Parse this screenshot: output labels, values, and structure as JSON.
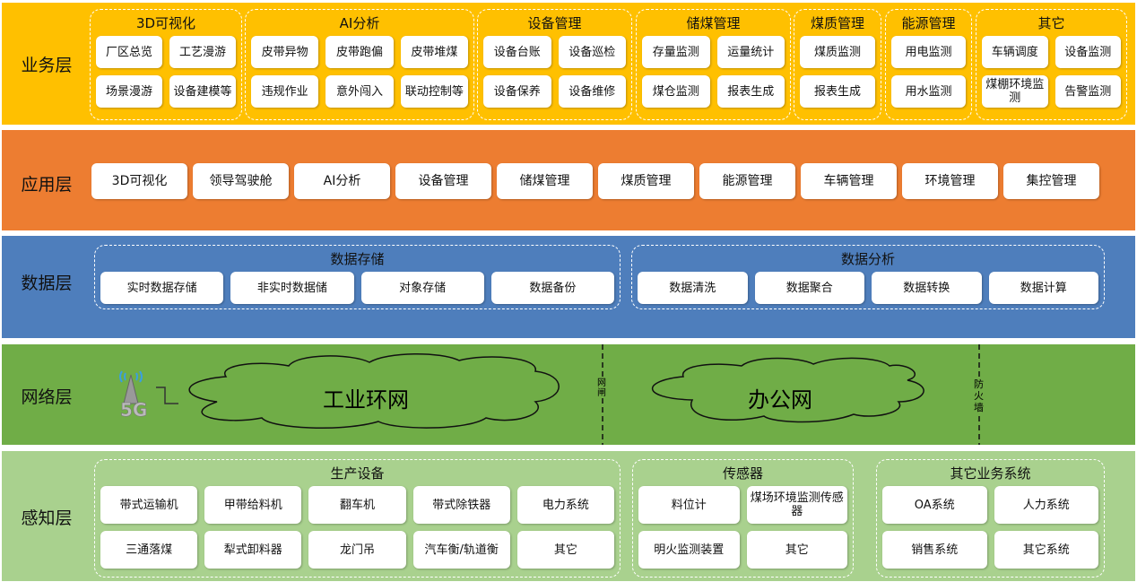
{
  "colors": {
    "business": "#FFC000",
    "application": "#ED7D31",
    "data": "#4E7EBC",
    "network": "#70AD47",
    "perception": "#A9D18E"
  },
  "business": {
    "label": "业务层",
    "groups": [
      {
        "title": "3D可视化",
        "items": [
          "厂区总览",
          "工艺漫游",
          "场景漫游",
          "设备建模等"
        ]
      },
      {
        "title": "AI分析",
        "items": [
          "皮带异物",
          "皮带跑偏",
          "皮带堆煤",
          "违规作业",
          "意外闯入",
          "联动控制等"
        ]
      },
      {
        "title": "设备管理",
        "items": [
          "设备台账",
          "设备巡检",
          "设备保养",
          "设备维修"
        ]
      },
      {
        "title": "储煤管理",
        "items": [
          "存量监测",
          "运量统计",
          "煤仓监测",
          "报表生成"
        ]
      },
      {
        "title": "煤质管理",
        "items": [
          "煤质监测",
          "报表生成"
        ]
      },
      {
        "title": "能源管理",
        "items": [
          "用电监测",
          "用水监测"
        ]
      },
      {
        "title": "其它",
        "items": [
          "车辆调度",
          "设备监测",
          "煤棚环境监测",
          "告警监测"
        ]
      }
    ]
  },
  "application": {
    "label": "应用层",
    "items": [
      "3D可视化",
      "领导驾驶舱",
      "AI分析",
      "设备管理",
      "储煤管理",
      "煤质管理",
      "能源管理",
      "车辆管理",
      "环境管理",
      "集控管理"
    ]
  },
  "data": {
    "label": "数据层",
    "groups": [
      {
        "title": "数据存储",
        "items": [
          "实时数据存储",
          "非实时数据储",
          "对象存储",
          "数据备份"
        ]
      },
      {
        "title": "数据分析",
        "items": [
          "数据清洗",
          "数据聚合",
          "数据转换",
          "数据计算"
        ]
      }
    ]
  },
  "network": {
    "label": "网络层",
    "badge": "5G",
    "industrial": "工业环网",
    "gateway": "网闸",
    "office": "办公网",
    "firewall": "防火墙"
  },
  "perception": {
    "label": "感知层",
    "groups": [
      {
        "title": "生产设备",
        "items": [
          "带式运输机",
          "甲带给料机",
          "翻车机",
          "带式除铁器",
          "电力系统",
          "三通落煤",
          "犁式卸料器",
          "龙门吊",
          "汽车衡/轨道衡",
          "其它"
        ]
      },
      {
        "title": "传感器",
        "items": [
          "料位计",
          "煤场环境监测传感器",
          "明火监测装置",
          "其它"
        ]
      },
      {
        "title": "其它业务系统",
        "items": [
          "OA系统",
          "人力系统",
          "销售系统",
          "其它系统"
        ]
      }
    ]
  }
}
